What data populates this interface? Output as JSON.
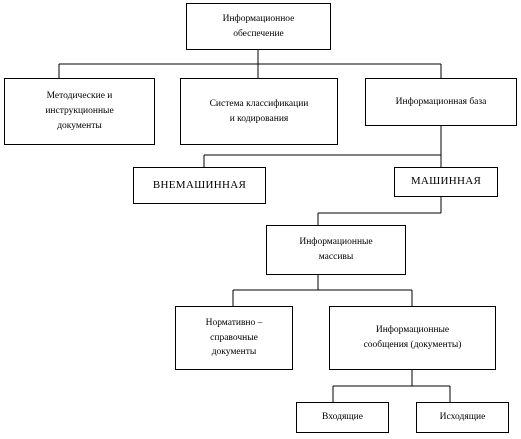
{
  "diagram": {
    "nodes": {
      "root": "Информационное\nобеспечение",
      "methodical": "Методические и\nинструкционные\nдокументы",
      "classification": "Система классификации\nи кодирования",
      "infobase": "Информационная база",
      "nonmachine": "ВНЕМАШИННАЯ",
      "machine": "МАШИННАЯ",
      "arrays": "Информационные\nмассивы",
      "normative": "Нормативно –\nсправочные\nдокументы",
      "messages": "Информационные\nсообщения (документы)",
      "incoming": "Входящие",
      "outgoing": "Исходящие"
    }
  }
}
